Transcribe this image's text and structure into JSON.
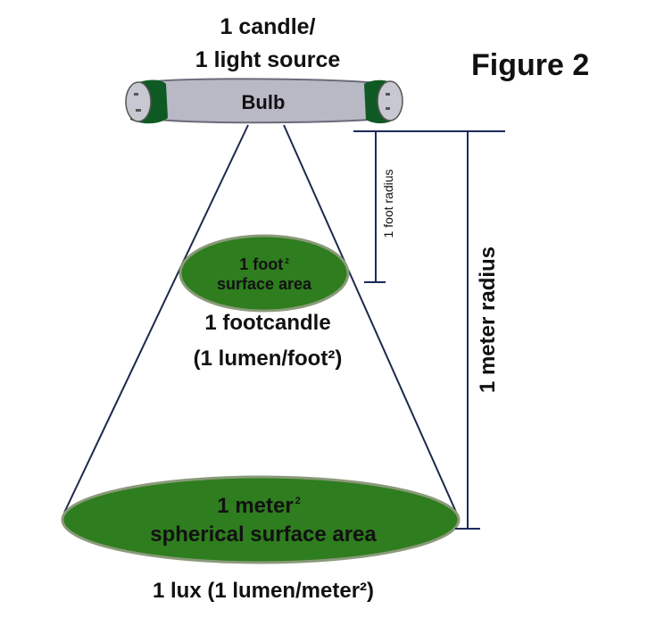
{
  "figure_title": "Figure 2",
  "source_label": {
    "line1": "1 candle/",
    "line2": "1 light source"
  },
  "bulb_label": "Bulb",
  "foot_area_label": {
    "line1": "1 foot",
    "sup": "2",
    "line2": "surface area"
  },
  "footcandle_label": {
    "line1": "1 footcandle",
    "line2": "(1 lumen/foot²)"
  },
  "foot_radius_label": "1 foot radius",
  "meter_radius_label": "1 meter radius",
  "meter_area_label": {
    "line1": "1 meter",
    "sup": "2",
    "line2": "spherical surface area"
  },
  "lux_label": "1 lux (1 lumen/meter²)",
  "colors": {
    "ellipse_fill": "#2e7d1e",
    "ellipse_edge": "#8a9a7a",
    "bulb_body": "#b9b9c6",
    "bulb_cap": "#0f5a24",
    "line": "#1c2a5a",
    "cone_line": "#1c2a4a"
  }
}
